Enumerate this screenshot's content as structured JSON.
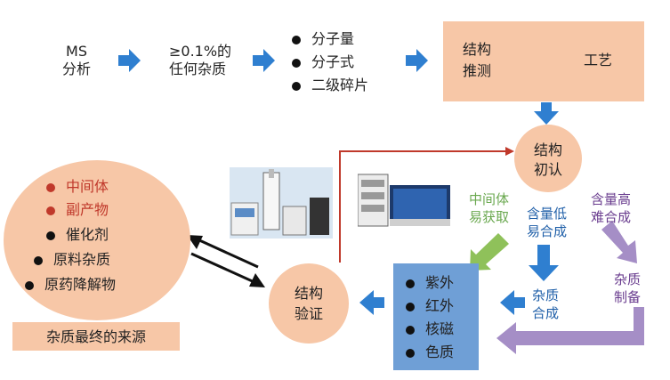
{
  "flow": {
    "ms_line1": "MS",
    "ms_line2": "分析",
    "threshold_line1": "≥0.1%的",
    "threshold_line2": "任何杂质",
    "data_items": [
      "分子量",
      "分子式",
      "二级碎片"
    ],
    "struct_infer_line1": "结构",
    "struct_infer_line2": "推测",
    "process_label": "工艺"
  },
  "initial": {
    "line1": "结构",
    "line2": "初认"
  },
  "branches": {
    "intermediate": {
      "line1": "中间体",
      "line2": "易获取",
      "color": "#6aa84f"
    },
    "low_content": {
      "line1": "含量低",
      "line2": "易合成",
      "color": "#1f5fa8"
    },
    "high_content": {
      "line1": "含量高",
      "line2": "难合成",
      "color": "#6a3d8f"
    }
  },
  "impurity_prep": {
    "line1": "杂质",
    "line2": "制备"
  },
  "impurity_synth": {
    "line1": "杂质",
    "line2": "合成"
  },
  "spectra": [
    "紫外",
    "红外",
    "核磁",
    "色质"
  ],
  "verify": {
    "line1": "结构",
    "line2": "验证"
  },
  "sources": {
    "items": [
      {
        "label": "中间体",
        "color": "#c0392b"
      },
      {
        "label": "副产物",
        "color": "#c0392b"
      },
      {
        "label": "催化剂",
        "color": "#111111"
      },
      {
        "label": "原料杂质",
        "color": "#111111"
      },
      {
        "label": "原药降解物",
        "color": "#111111"
      }
    ],
    "caption": "杂质最终的来源"
  },
  "colors": {
    "salmon": "#f7c7a7",
    "blue_arrow": "#2f7fd0",
    "blue_panel": "#6f9fd6",
    "green_arrow": "#8fc15a",
    "purple_arrow": "#a58ec6",
    "red_line": "#c0392b"
  }
}
